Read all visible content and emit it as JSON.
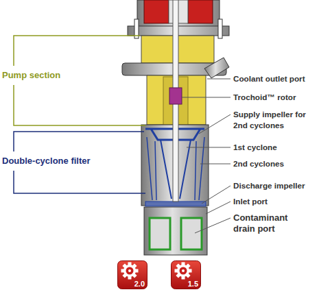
{
  "diagram": {
    "nodes": [
      {
        "text": [
          "2.0"
        ]
      },
      {
        "text": [
          "1.5"
        ]
      }
    ],
    "labels": [
      "Pump section",
      "Double-cyclone filter",
      "Coolant outlet port",
      "Trochoid™ rotor",
      "Supply impeller for 2nd cyclones",
      "1st cyclone",
      "2nd cyclones",
      "Discharge impeller",
      "Inlet port",
      "Contaminant drain port"
    ]
  }
}
